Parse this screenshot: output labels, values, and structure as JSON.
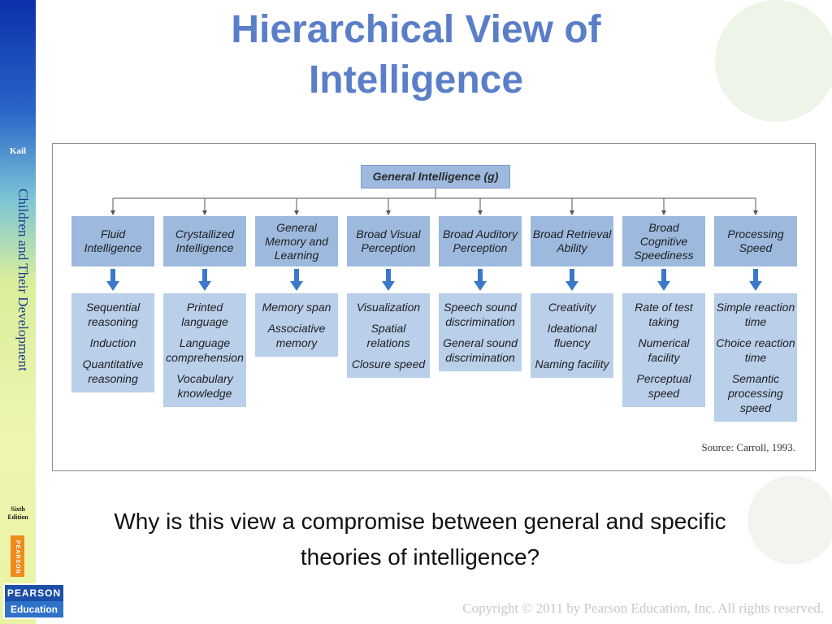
{
  "title": "Hierarchical View of Intelligence",
  "sidebar": {
    "author": "Kail",
    "book_title": "Children and Their Development",
    "edition": "Sixth Edition",
    "publisher_tag": "PEARSON",
    "logo_top": "PEARSON",
    "logo_bottom": "Education"
  },
  "diagram": {
    "root": "General Intelligence (g)",
    "abilities": [
      {
        "name": "Fluid Intelligence",
        "skills": [
          "Sequential reasoning",
          "Induction",
          "Quantitative reasoning"
        ]
      },
      {
        "name": "Crystallized Intelligence",
        "skills": [
          "Printed language",
          "Language comprehension",
          "Vocabulary knowledge"
        ]
      },
      {
        "name": "General Memory and Learning",
        "skills": [
          "Memory span",
          "Associative memory"
        ]
      },
      {
        "name": "Broad Visual Perception",
        "skills": [
          "Visualization",
          "Spatial relations",
          "Closure speed"
        ]
      },
      {
        "name": "Broad Auditory Perception",
        "skills": [
          "Speech sound discrimination",
          "General sound discrimination"
        ]
      },
      {
        "name": "Broad Retrieval Ability",
        "skills": [
          "Creativity",
          "Ideational fluency",
          "Naming facility"
        ]
      },
      {
        "name": "Broad Cognitive Speediness",
        "skills": [
          "Rate of test taking",
          "Numerical facility",
          "Perceptual speed"
        ]
      },
      {
        "name": "Processing Speed",
        "skills": [
          "Simple reaction time",
          "Choice reaction time",
          "Semantic processing speed"
        ]
      }
    ],
    "source": "Source: Carroll, 1993."
  },
  "question": "Why is this view a compromise between general and specific theories of intelligence?",
  "copyright": "Copyright © 2011 by Pearson Education, Inc. All rights reserved.",
  "colors": {
    "title": "#5a7fc8",
    "ability_box": "#9db9de",
    "skill_box": "#b9cfea",
    "arrow": "#3a78c9"
  }
}
